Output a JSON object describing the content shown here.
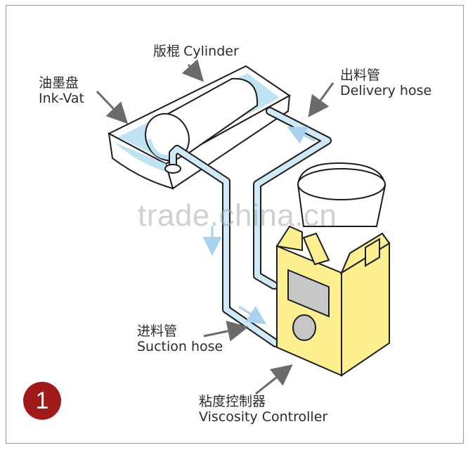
{
  "labels": {
    "cylinder": {
      "cn": "版棍",
      "en": "Cylinder"
    },
    "ink_vat": {
      "cn": "油墨盘",
      "en": "Ink-Vat"
    },
    "delivery_hose": {
      "cn": "出料管",
      "en": "Delivery hose"
    },
    "suction_hose": {
      "cn": "进料管",
      "en": "Suction hose"
    },
    "viscosity_controller": {
      "cn": "粘度控制器",
      "en": "Viscosity Controller"
    }
  },
  "watermark": "trade.china.cn",
  "step_badge": "1",
  "colors": {
    "ink": "#bfe3f2",
    "hose_fill": "#cfe9f6",
    "outline": "#1c1c1c",
    "controller_yellow": "#fbef8f",
    "window_gray": "#c7c7c7",
    "flow_arrow": "#a9d2ee",
    "pointer_arrow": "#6b6b6b",
    "badge": "#a01a1a"
  }
}
